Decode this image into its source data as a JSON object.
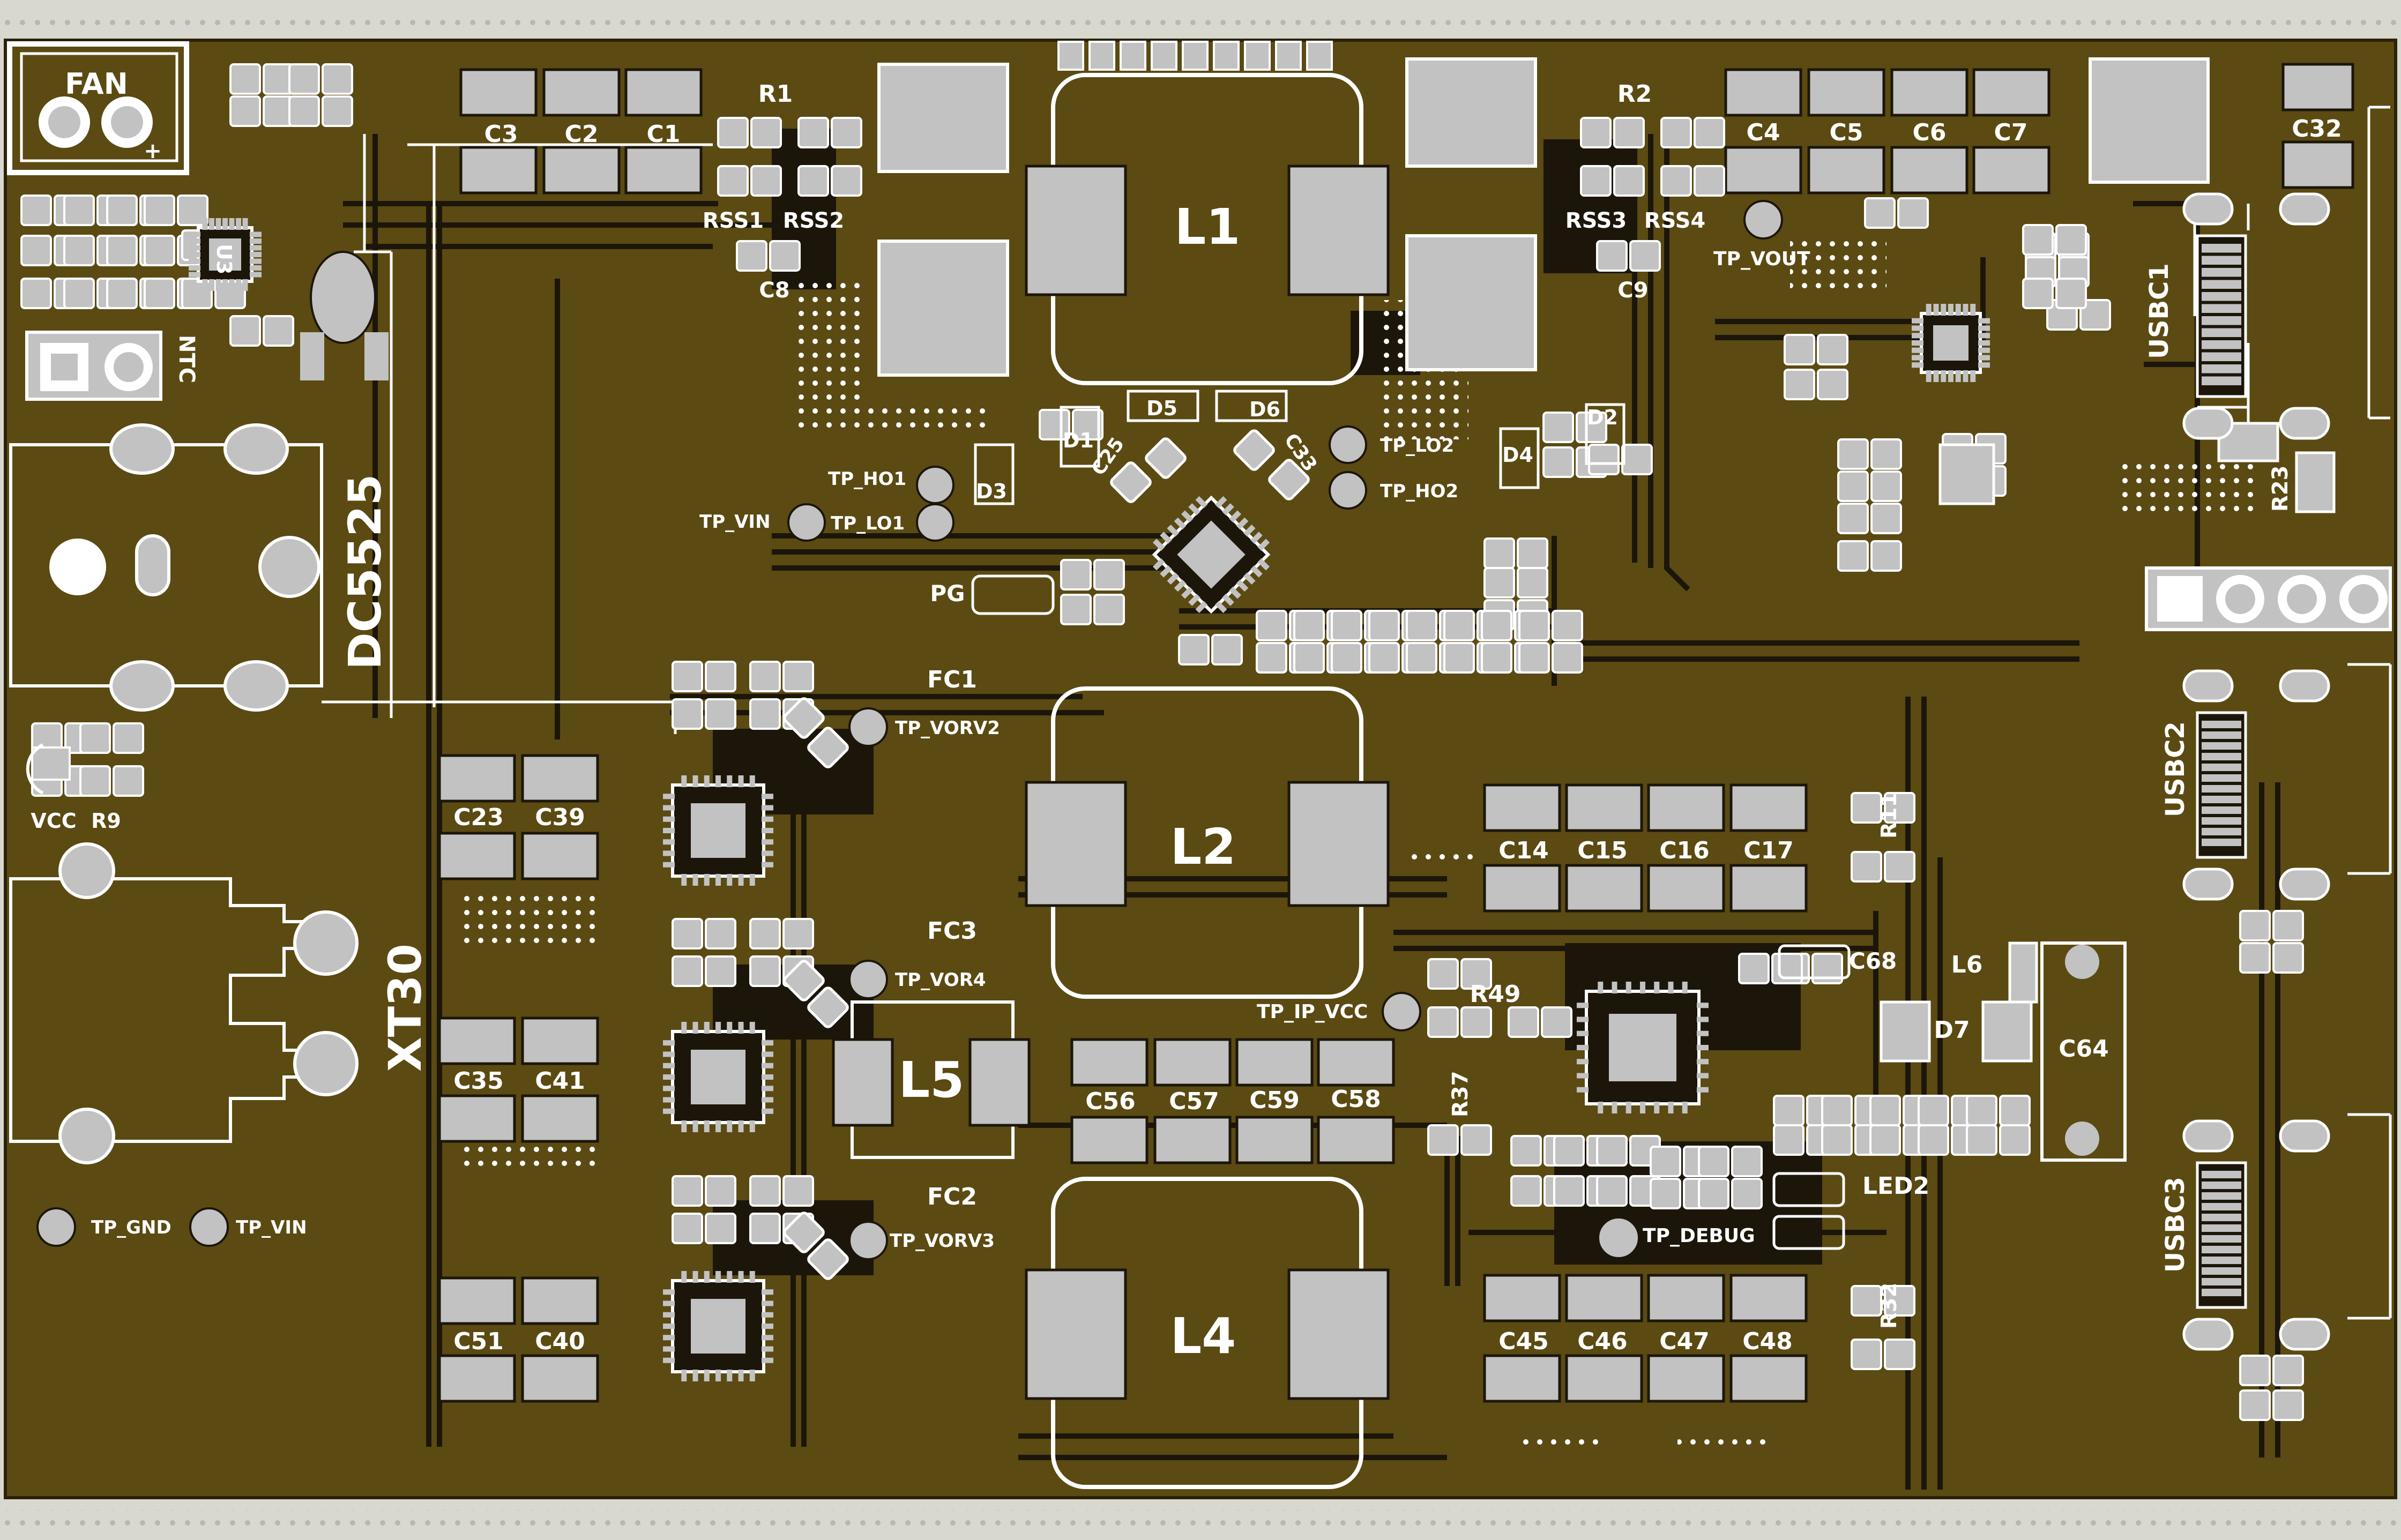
{
  "board": {
    "colors": {
      "substrate": "#5b4a12",
      "trace": "#1c160a",
      "pad": "#c2c2c2",
      "silk": "#ffffff",
      "rail": "#d8d8cf",
      "rail_dot": "#b8b8ae"
    }
  },
  "labels": {
    "fan": "FAN",
    "plus": "+",
    "ntc": "NTC",
    "u3": "U3",
    "dc5525": "DC5525",
    "vcc": "VCC",
    "r9": "R9",
    "xt30": "XT30",
    "tp_gnd": "TP_GND",
    "tp_vin_left": "TP_VIN",
    "c3": "C3",
    "c2": "C2",
    "c1": "C1",
    "r1": "R1",
    "r2": "R2",
    "rss1": "RSS1",
    "rss2": "RSS2",
    "rss3": "RSS3",
    "rss4": "RSS4",
    "c8": "C8",
    "c9": "C9",
    "l1": "L1",
    "l2": "L2",
    "l4": "L4",
    "l5": "L5",
    "l6": "L6",
    "d1": "D1",
    "d2": "D2",
    "d3": "D3",
    "d4": "D4",
    "d5": "D5",
    "d6": "D6",
    "d7": "D7",
    "c25": "C25",
    "c33": "C33",
    "tp_ho1": "TP_HO1",
    "tp_lo1": "TP_LO1",
    "tp_vin_mid": "TP_VIN",
    "tp_lo2": "TP_LO2",
    "tp_ho2": "TP_HO2",
    "pg": "PG",
    "c4": "C4",
    "c5": "C5",
    "c6": "C6",
    "c7": "C7",
    "c32": "C32",
    "tp_vout": "TP_VOUT",
    "usbc1": "USBC1",
    "usbc2": "USBC2",
    "usbc3": "USBC3",
    "r23": "R23",
    "fc1": "FC1",
    "fc2": "FC2",
    "fc3": "FC3",
    "tp_vorv2": "TP_VORV2",
    "tp_vor4": "TP_VOR4",
    "tp_vorv3": "TP_VORV3",
    "c23": "C23",
    "c39": "C39",
    "c35": "C35",
    "c41": "C41",
    "c51": "C51",
    "c40": "C40",
    "c14": "C14",
    "c15": "C15",
    "c16": "C16",
    "c17": "C17",
    "r11": "R11",
    "r32": "R32",
    "r37": "R37",
    "r49": "R49",
    "c56": "C56",
    "c57": "C57",
    "c59": "C59",
    "c58": "C58",
    "c45": "C45",
    "c46": "C46",
    "c47": "C47",
    "c48": "C48",
    "c64": "C64",
    "c68": "C68",
    "tp_ip_vcc": "TP_IP_VCC",
    "led2": "LED2",
    "tp_debug": "TP_DEBUG"
  }
}
